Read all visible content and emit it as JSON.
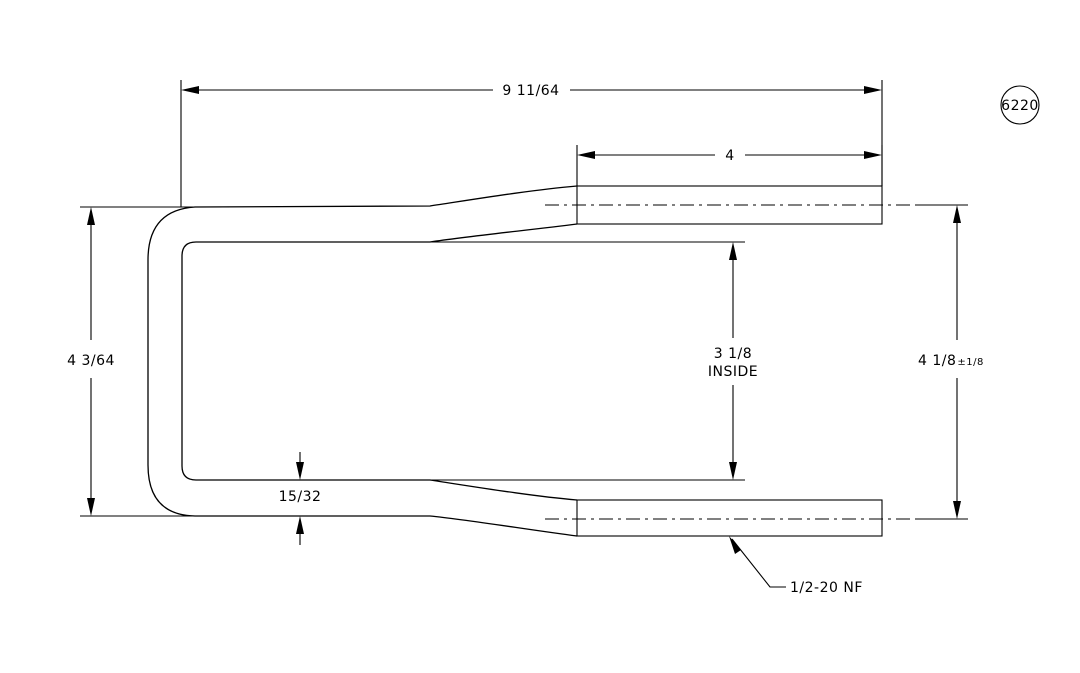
{
  "drawing": {
    "part_number": "6220",
    "dimensions": {
      "overall_length": "9 11/64",
      "thread_length": "4",
      "outside_height": "4 3/64",
      "inside_height": "3 1/8",
      "inside_label": "INSIDE",
      "leg_spacing": "4 1/8",
      "leg_spacing_tolerance": "±1/8",
      "rod_diameter": "15/32",
      "thread_spec": "1/2-20 NF"
    }
  }
}
